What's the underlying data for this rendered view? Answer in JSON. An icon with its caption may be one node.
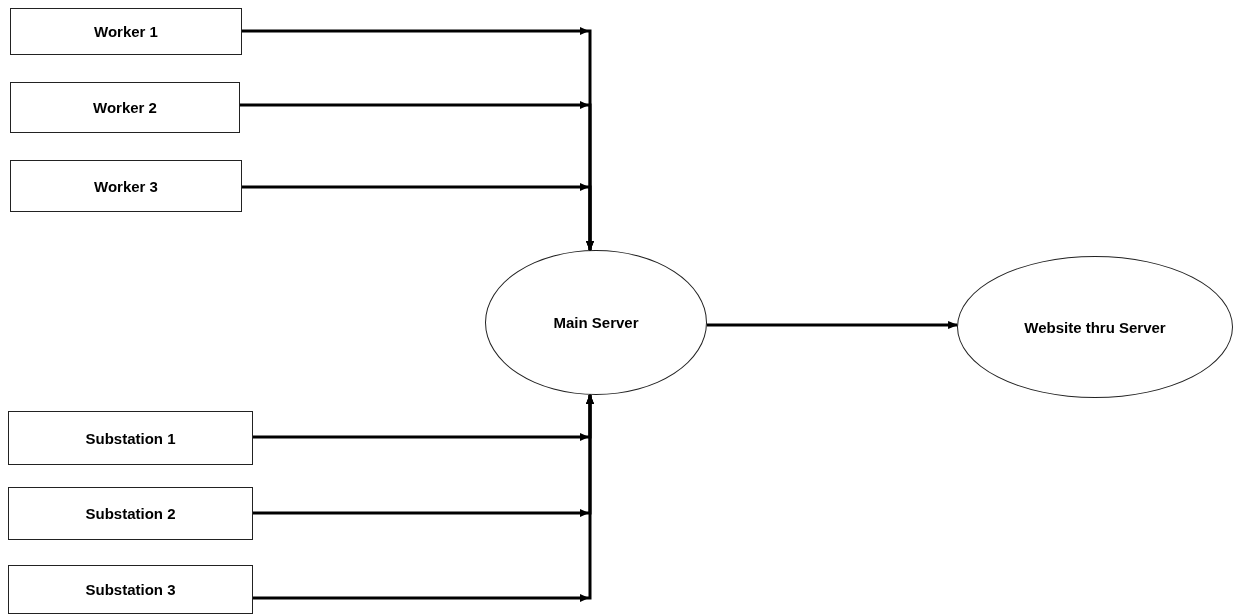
{
  "diagram": {
    "nodes": [
      {
        "text": [
          "Worker 1"
        ]
      },
      {
        "text": [
          "Worker 2"
        ]
      },
      {
        "text": [
          "Worker 3"
        ]
      },
      {
        "text": [
          "Main Server"
        ]
      },
      {
        "text": [
          "Website thru Server"
        ]
      },
      {
        "text": [
          "Substation 1"
        ]
      },
      {
        "text": [
          "Substation 2"
        ]
      },
      {
        "text": [
          "Substation 3"
        ]
      }
    ],
    "edges": [
      {
        "from": 0,
        "to": 3,
        "arrow": "to"
      },
      {
        "from": 1,
        "to": 3,
        "arrow": "to"
      },
      {
        "from": 2,
        "to": 3,
        "arrow": "to"
      },
      {
        "from": 5,
        "to": 3,
        "arrow": "to"
      },
      {
        "from": 6,
        "to": 3,
        "arrow": "to"
      },
      {
        "from": 7,
        "to": 3,
        "arrow": "to"
      },
      {
        "from": 3,
        "to": 4,
        "arrow": "to"
      }
    ]
  }
}
